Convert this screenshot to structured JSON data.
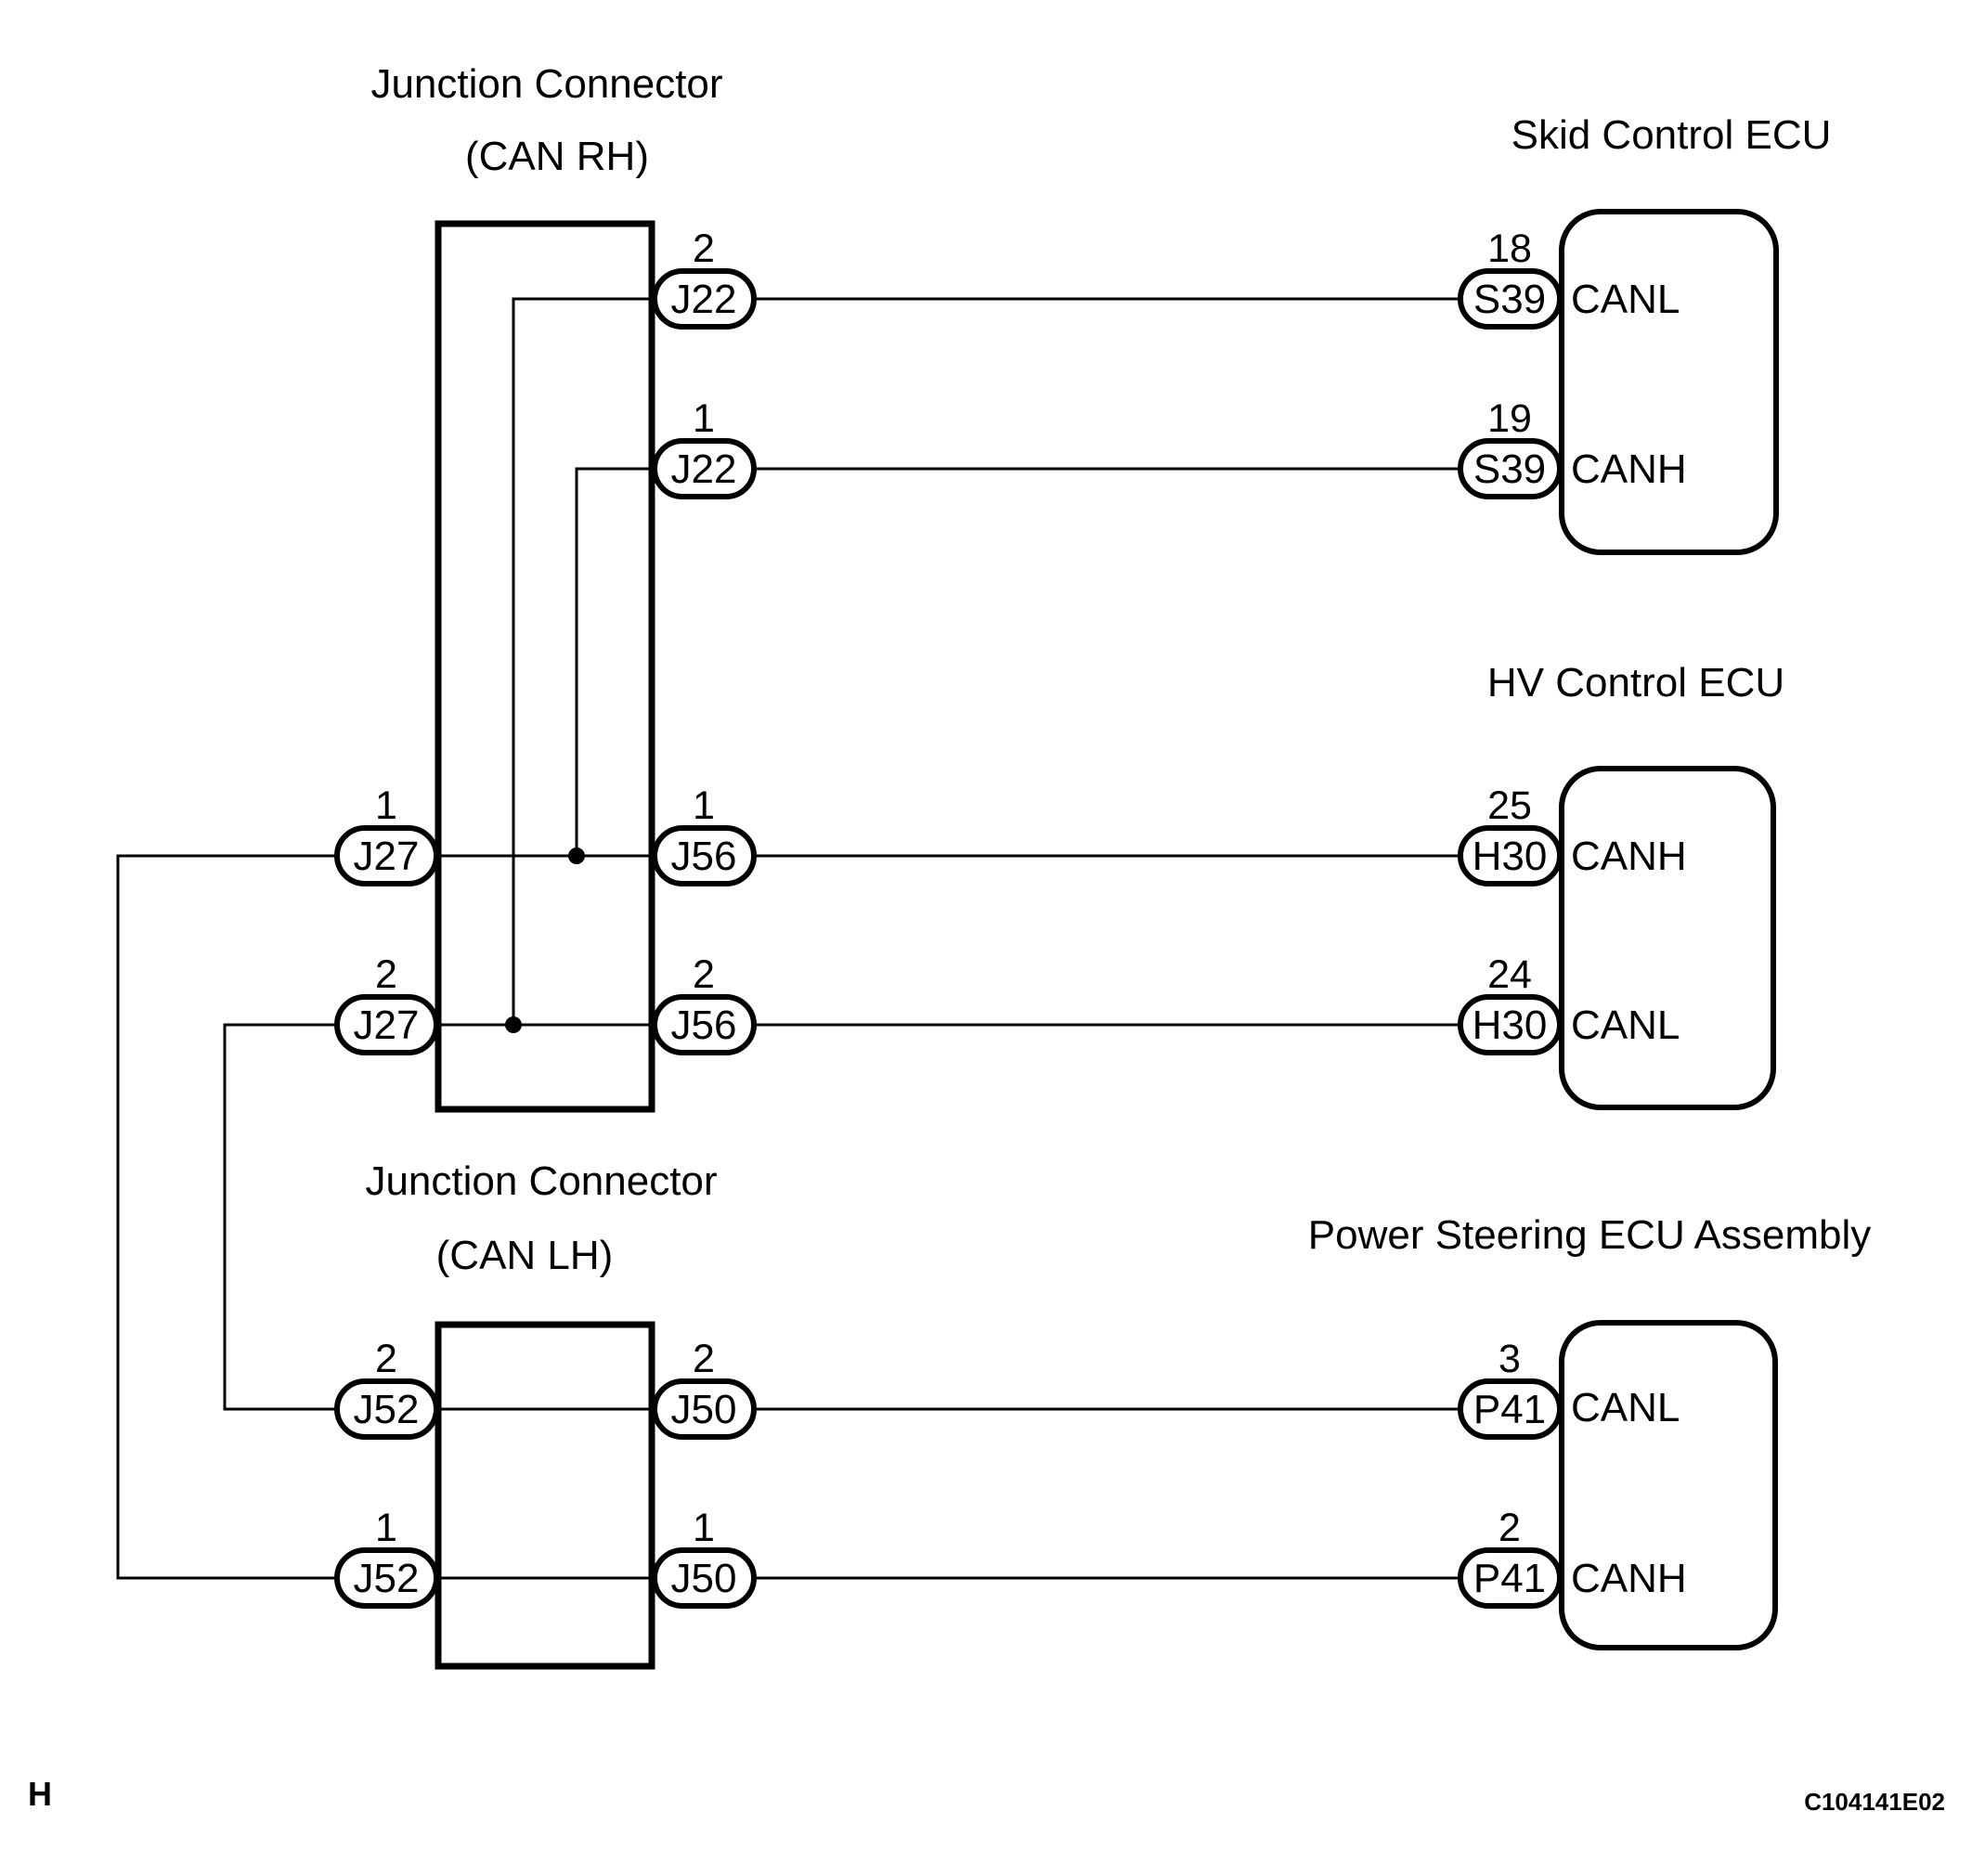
{
  "colors": {
    "line": "#000000",
    "background": "#ffffff"
  },
  "titles": {
    "junction_rh": {
      "line1": "Junction Connector",
      "line2": "(CAN RH)"
    },
    "junction_lh": {
      "line1": "Junction Connector",
      "line2": "(CAN LH)"
    },
    "skid": "Skid Control ECU",
    "hv": "HV Control ECU",
    "ps": "Power Steering ECU Assembly"
  },
  "pills": [
    {
      "code": "J22",
      "pin": "2"
    },
    {
      "code": "J22",
      "pin": "1"
    },
    {
      "code": "J27",
      "pin": "1"
    },
    {
      "code": "J27",
      "pin": "2"
    },
    {
      "code": "J56",
      "pin": "1"
    },
    {
      "code": "J56",
      "pin": "2"
    },
    {
      "code": "J52",
      "pin": "2"
    },
    {
      "code": "J52",
      "pin": "1"
    },
    {
      "code": "J50",
      "pin": "2"
    },
    {
      "code": "J50",
      "pin": "1"
    },
    {
      "code": "S39",
      "pin": "18"
    },
    {
      "code": "S39",
      "pin": "19"
    },
    {
      "code": "H30",
      "pin": "25"
    },
    {
      "code": "H30",
      "pin": "24"
    },
    {
      "code": "P41",
      "pin": "3"
    },
    {
      "code": "P41",
      "pin": "2"
    }
  ],
  "signals": {
    "skid": [
      "CANL",
      "CANH"
    ],
    "hv": [
      "CANH",
      "CANL"
    ],
    "ps": [
      "CANL",
      "CANH"
    ]
  },
  "footer": {
    "page_marker": "H",
    "figure_code": "C104141E02"
  }
}
